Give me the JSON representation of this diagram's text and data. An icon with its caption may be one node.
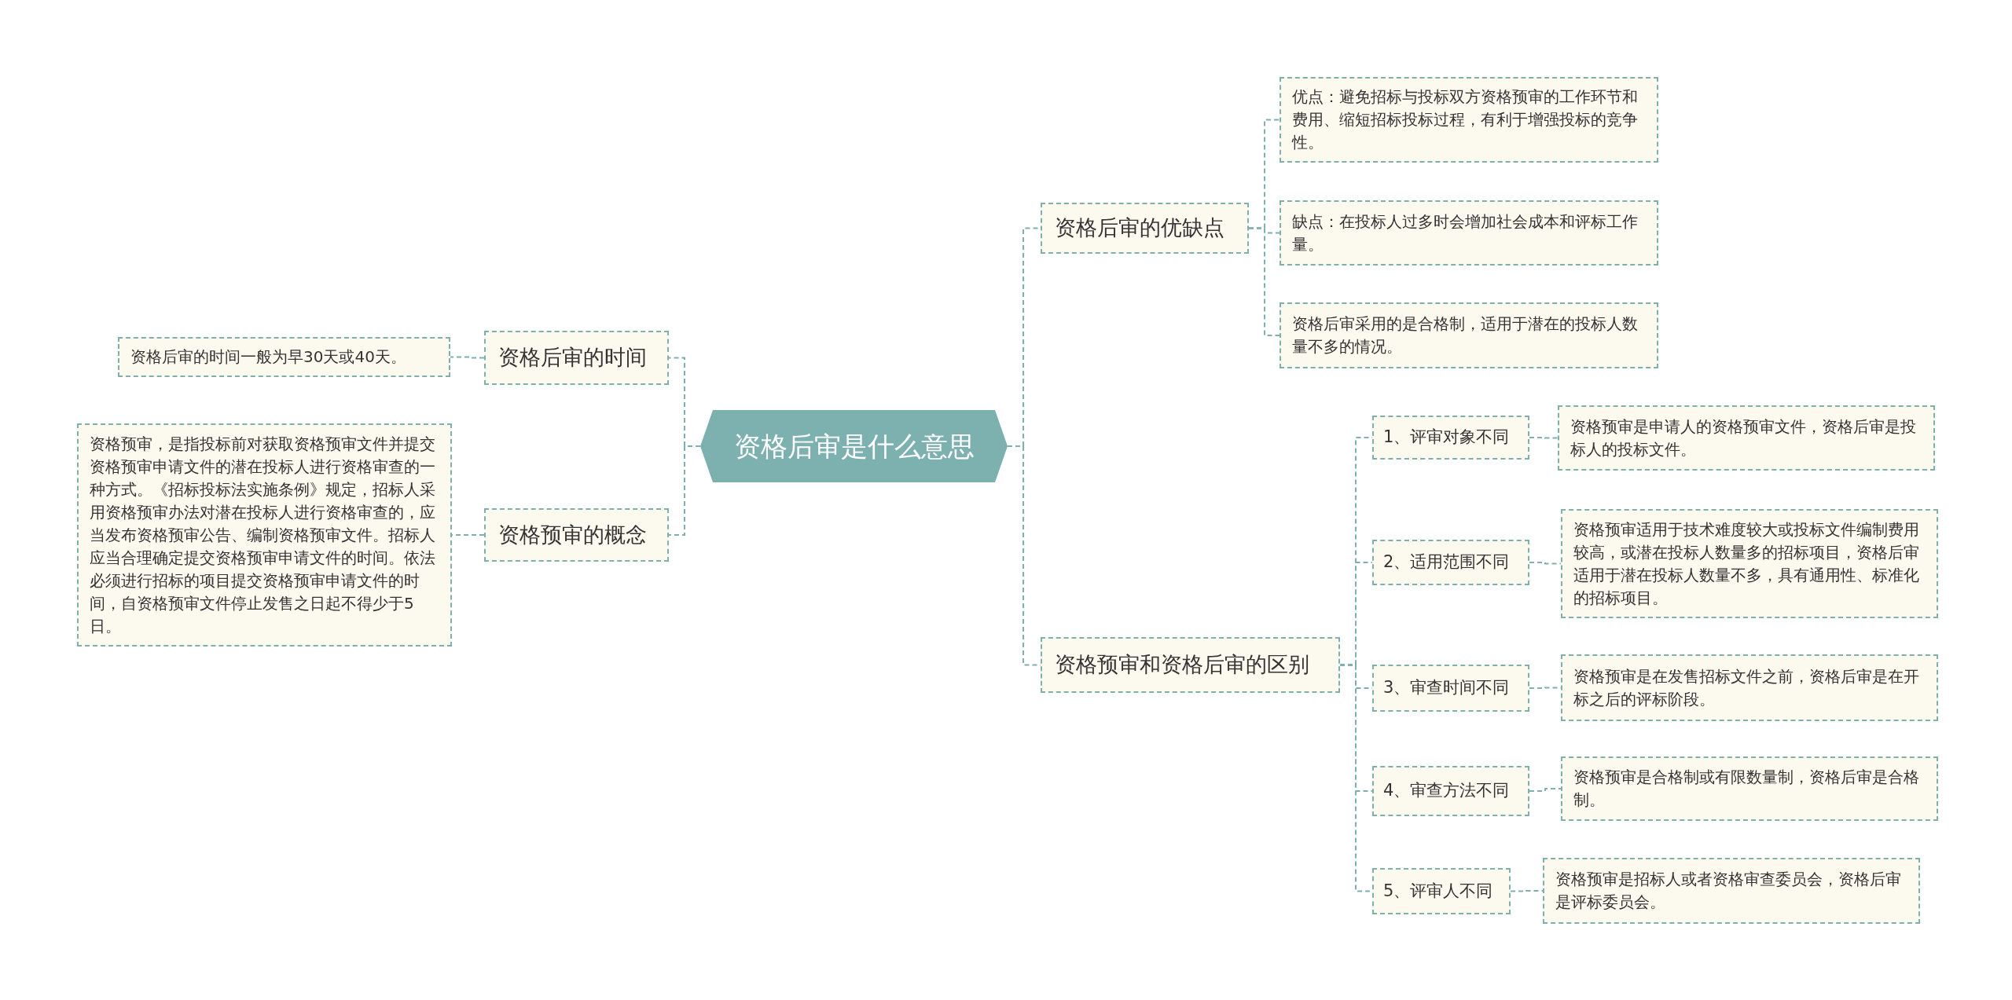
{
  "diagram": {
    "nodes": [
      {
        "text": [
          "资格后审是什么意思"
        ]
      },
      {
        "text": [
          "资格后审的优缺点"
        ]
      },
      {
        "text": [
          "优点：避免招标与投标双方资格预审的工作环节和费用、缩短招标投标过程，有利于增强投标的竞争性。"
        ]
      },
      {
        "text": [
          "缺点：在投标人过多时会增加社会成本和评标工作量。"
        ]
      },
      {
        "text": [
          "资格后审采用的是合格制，适用于潜在的投标人数量不多的情况。"
        ]
      },
      {
        "text": [
          "资格预审和资格后审的区别"
        ]
      },
      {
        "text": [
          "1、评审对象不同"
        ]
      },
      {
        "text": [
          "资格预审是申请人的资格预审文件，资格后审是投标人的投标文件。"
        ]
      },
      {
        "text": [
          "2、适用范围不同"
        ]
      },
      {
        "text": [
          "资格预审适用于技术难度较大或投标文件编制费用较高，或潜在投标人数量多的招标项目，资格后审适用于潜在投标人数量不多，具有通用性、标准化的招标项目。"
        ]
      },
      {
        "text": [
          "3、审查时间不同"
        ]
      },
      {
        "text": [
          "资格预审是在发售招标文件之前，资格后审是在开标之后的评标阶段。"
        ]
      },
      {
        "text": [
          "4、审查方法不同"
        ]
      },
      {
        "text": [
          "资格预审是合格制或有限数量制，资格后审是合格制。"
        ]
      },
      {
        "text": [
          "5、评审人不同"
        ]
      },
      {
        "text": [
          "资格预审是招标人或者资格审查委员会，资格后审是评标委员会。"
        ]
      },
      {
        "text": [
          "资格后审的时间"
        ]
      },
      {
        "text": [
          "资格后审的时间一般为早30天或40天。"
        ]
      },
      {
        "text": [
          "资格预审的概念"
        ]
      },
      {
        "text": [
          "资格预审，是指投标前对获取资格预审文件并提交资格预审申请文件的潜在投标人进行资格审查的一种方式。《招标投标法实施条例》规定，招标人采用资格预审办法对潜在投标人进行资格审查的，应当发布资格预审公告、编制资格预审文件。招标人应当合理确定提交资格预审申请文件的时间。依法必须进行招标的项目提交资格预审申请文件的时间，自资格预审文件停止发售之日起不得少于5日。"
        ]
      }
    ],
    "edges": [
      {
        "from": 0,
        "to": 1,
        "arrow": "none"
      },
      {
        "from": 1,
        "to": 2,
        "arrow": "none"
      },
      {
        "from": 1,
        "to": 3,
        "arrow": "none"
      },
      {
        "from": 1,
        "to": 4,
        "arrow": "none"
      },
      {
        "from": 0,
        "to": 5,
        "arrow": "none"
      },
      {
        "from": 5,
        "to": 6,
        "arrow": "none"
      },
      {
        "from": 6,
        "to": 7,
        "arrow": "none"
      },
      {
        "from": 5,
        "to": 8,
        "arrow": "none"
      },
      {
        "from": 8,
        "to": 9,
        "arrow": "none"
      },
      {
        "from": 5,
        "to": 10,
        "arrow": "none"
      },
      {
        "from": 10,
        "to": 11,
        "arrow": "none"
      },
      {
        "from": 5,
        "to": 12,
        "arrow": "none"
      },
      {
        "from": 12,
        "to": 13,
        "arrow": "none"
      },
      {
        "from": 5,
        "to": 14,
        "arrow": "none"
      },
      {
        "from": 14,
        "to": 15,
        "arrow": "none"
      },
      {
        "from": 0,
        "to": 16,
        "arrow": "none"
      },
      {
        "from": 16,
        "to": 17,
        "arrow": "none"
      },
      {
        "from": 0,
        "to": 18,
        "arrow": "none"
      },
      {
        "from": 18,
        "to": 19,
        "arrow": "none"
      }
    ]
  }
}
